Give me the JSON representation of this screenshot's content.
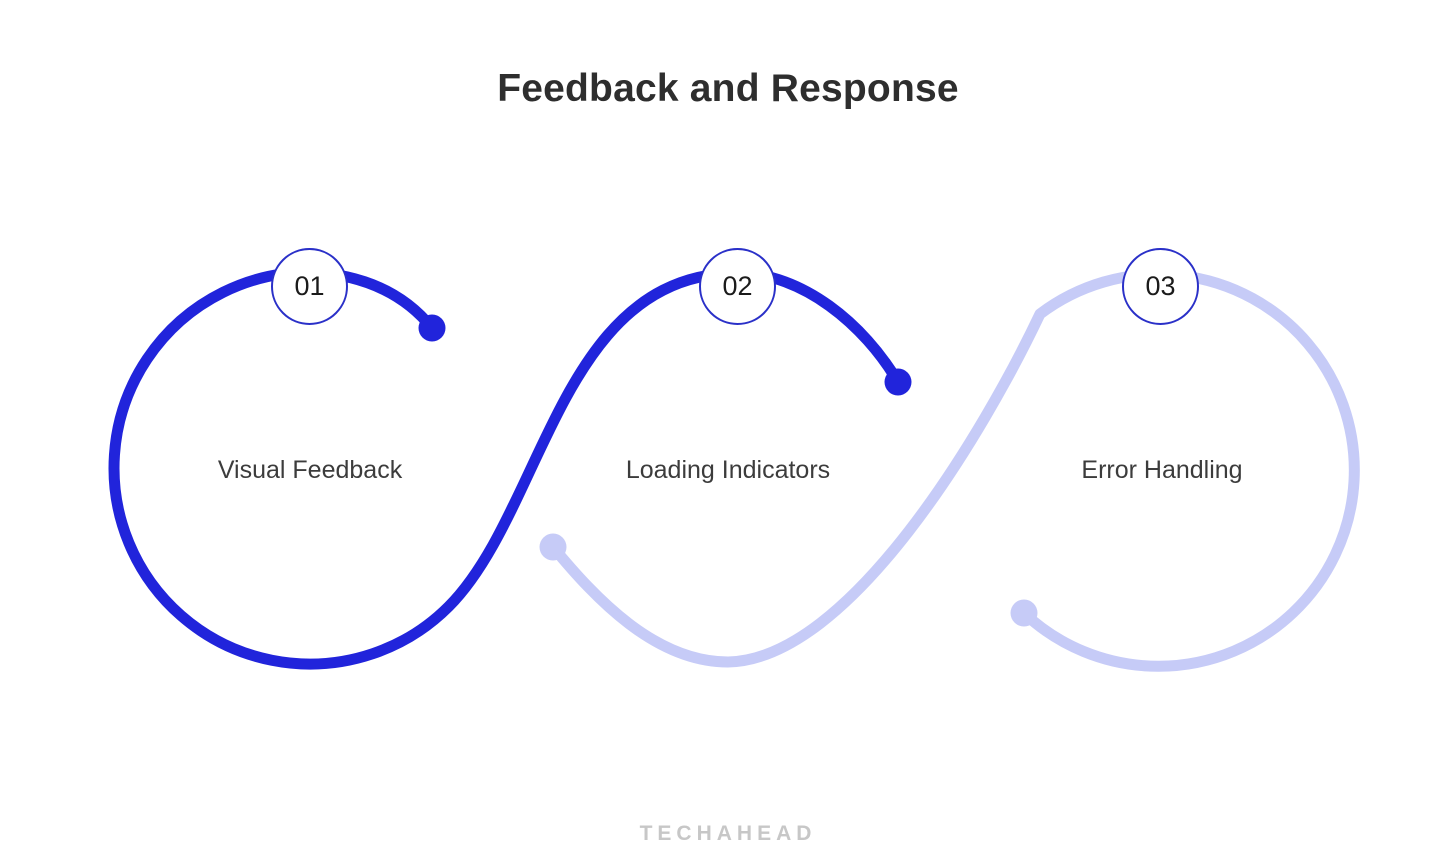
{
  "title": "Feedback and Response",
  "steps": [
    {
      "number": "01",
      "label": "Visual Feedback",
      "tone": "dark"
    },
    {
      "number": "02",
      "label": "Loading Indicators",
      "tone": "dark"
    },
    {
      "number": "03",
      "label": "Error Handling",
      "tone": "light"
    }
  ],
  "watermark": "TECHAHEAD",
  "colors": {
    "background": "#FFFFFF",
    "wave_dark": "#2124DB",
    "wave_light": "#C6CBF7",
    "badge_border": "#2A30C8",
    "badge_fill": "#FFFFFF",
    "title_text": "#2E2E2E",
    "label_text": "#3C3C3C",
    "number_text": "#1B1B1B",
    "watermark_text": "#C7C7C7"
  }
}
